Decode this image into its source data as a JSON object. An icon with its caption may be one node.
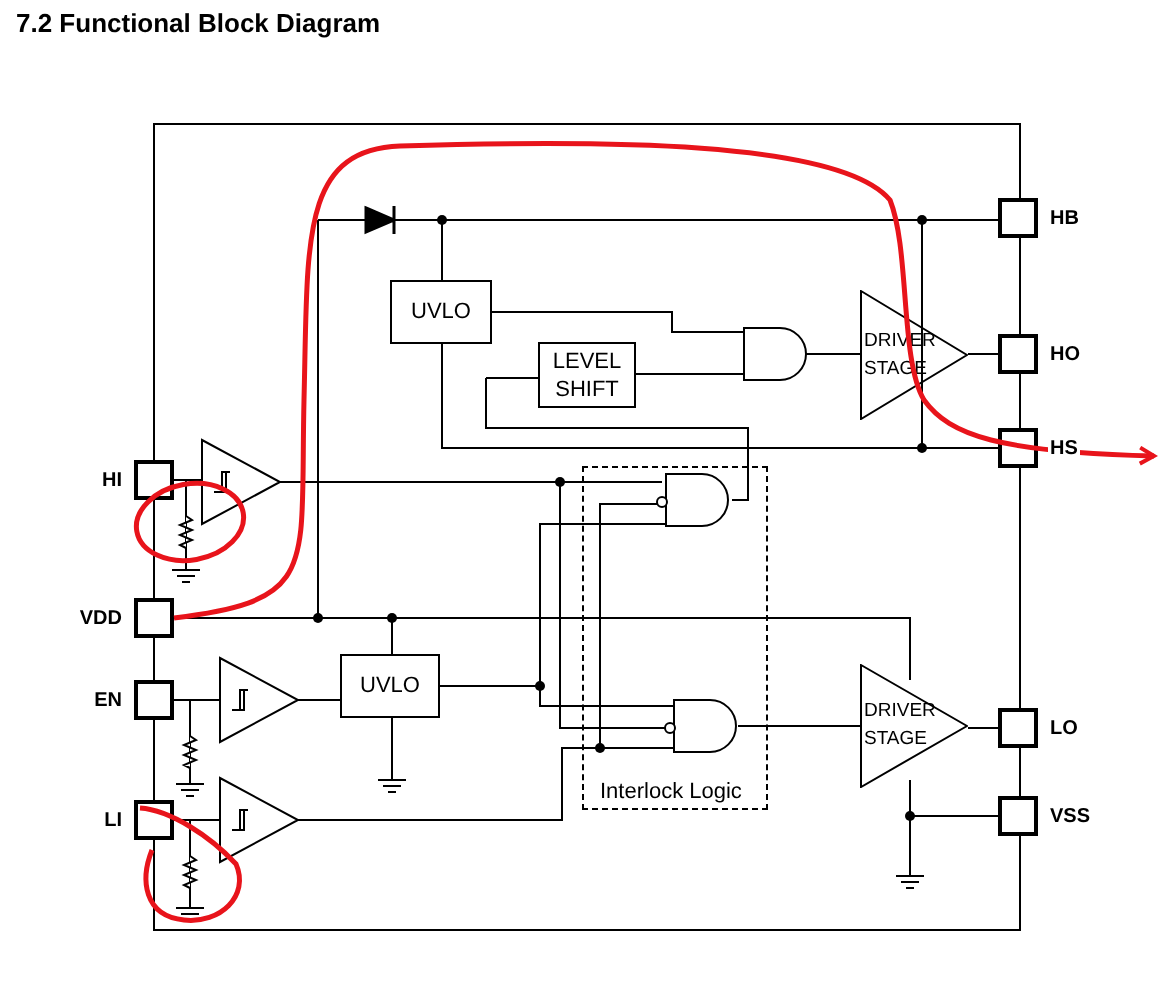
{
  "diagram": {
    "title": "7.2 Functional Block Diagram",
    "nodes": [
      {
        "text": [
          "HB"
        ]
      },
      {
        "text": [
          "HO"
        ]
      },
      {
        "text": [
          "HS"
        ]
      },
      {
        "text": [
          "HI"
        ]
      },
      {
        "text": [
          "VDD"
        ]
      },
      {
        "text": [
          "EN"
        ]
      },
      {
        "text": [
          "LI"
        ]
      },
      {
        "text": [
          "LO"
        ]
      },
      {
        "text": [
          "VSS"
        ]
      },
      {
        "text": [
          "UVLO"
        ]
      },
      {
        "text": [
          "LEVEL SHIFT"
        ]
      },
      {
        "text": [
          "DRIVER STAGE"
        ]
      },
      {
        "text": [
          "Interlock Logic"
        ]
      },
      {
        "text": [
          "UVLO"
        ]
      },
      {
        "text": [
          "DRIVER STAGE"
        ]
      }
    ],
    "edges": [
      {
        "from": 4,
        "to": null,
        "arrow": "to",
        "style": "thick",
        "color": "#e8141b"
      },
      {
        "from": 11,
        "to": 1,
        "arrow": "none"
      },
      {
        "from": 12,
        "to": 14,
        "arrow": "none"
      },
      {
        "from": 14,
        "to": 7,
        "arrow": "none"
      }
    ]
  }
}
